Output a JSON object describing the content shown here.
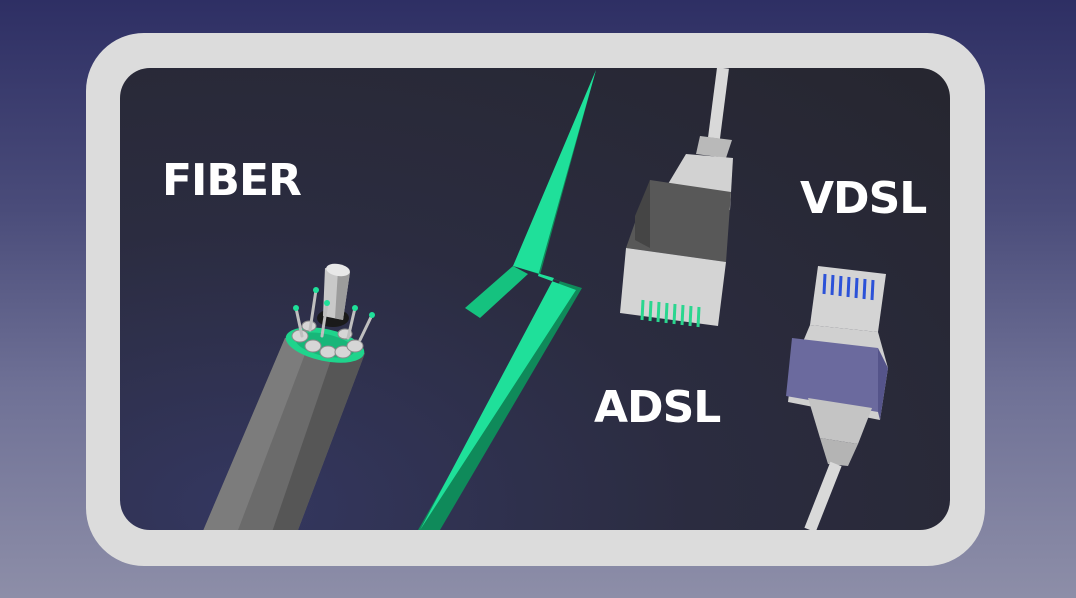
{
  "labels": {
    "fiber": "FIBER",
    "vdsl": "VDSL",
    "adsl": "ADSL"
  },
  "colors": {
    "background_top": "#2e2f64",
    "background_bottom": "#8d8ea8",
    "frame": "#dcdcdc",
    "screen": "#26262f",
    "lightning": "#1fe09a",
    "fiber_cable": "#6a6a6a",
    "fiber_core": "#21d68e",
    "adsl_plug_band": "#555555",
    "adsl_contacts": "#2ad68f",
    "vdsl_plug_band": "#6b6a9e",
    "vdsl_contacts": "#2c52d8",
    "connector_body": "#cfcfcf",
    "text": "#ffffff"
  },
  "icons": [
    "fiber-optic-cable-icon",
    "lightning-bolt-icon",
    "adsl-connector-icon",
    "vdsl-connector-icon"
  ]
}
